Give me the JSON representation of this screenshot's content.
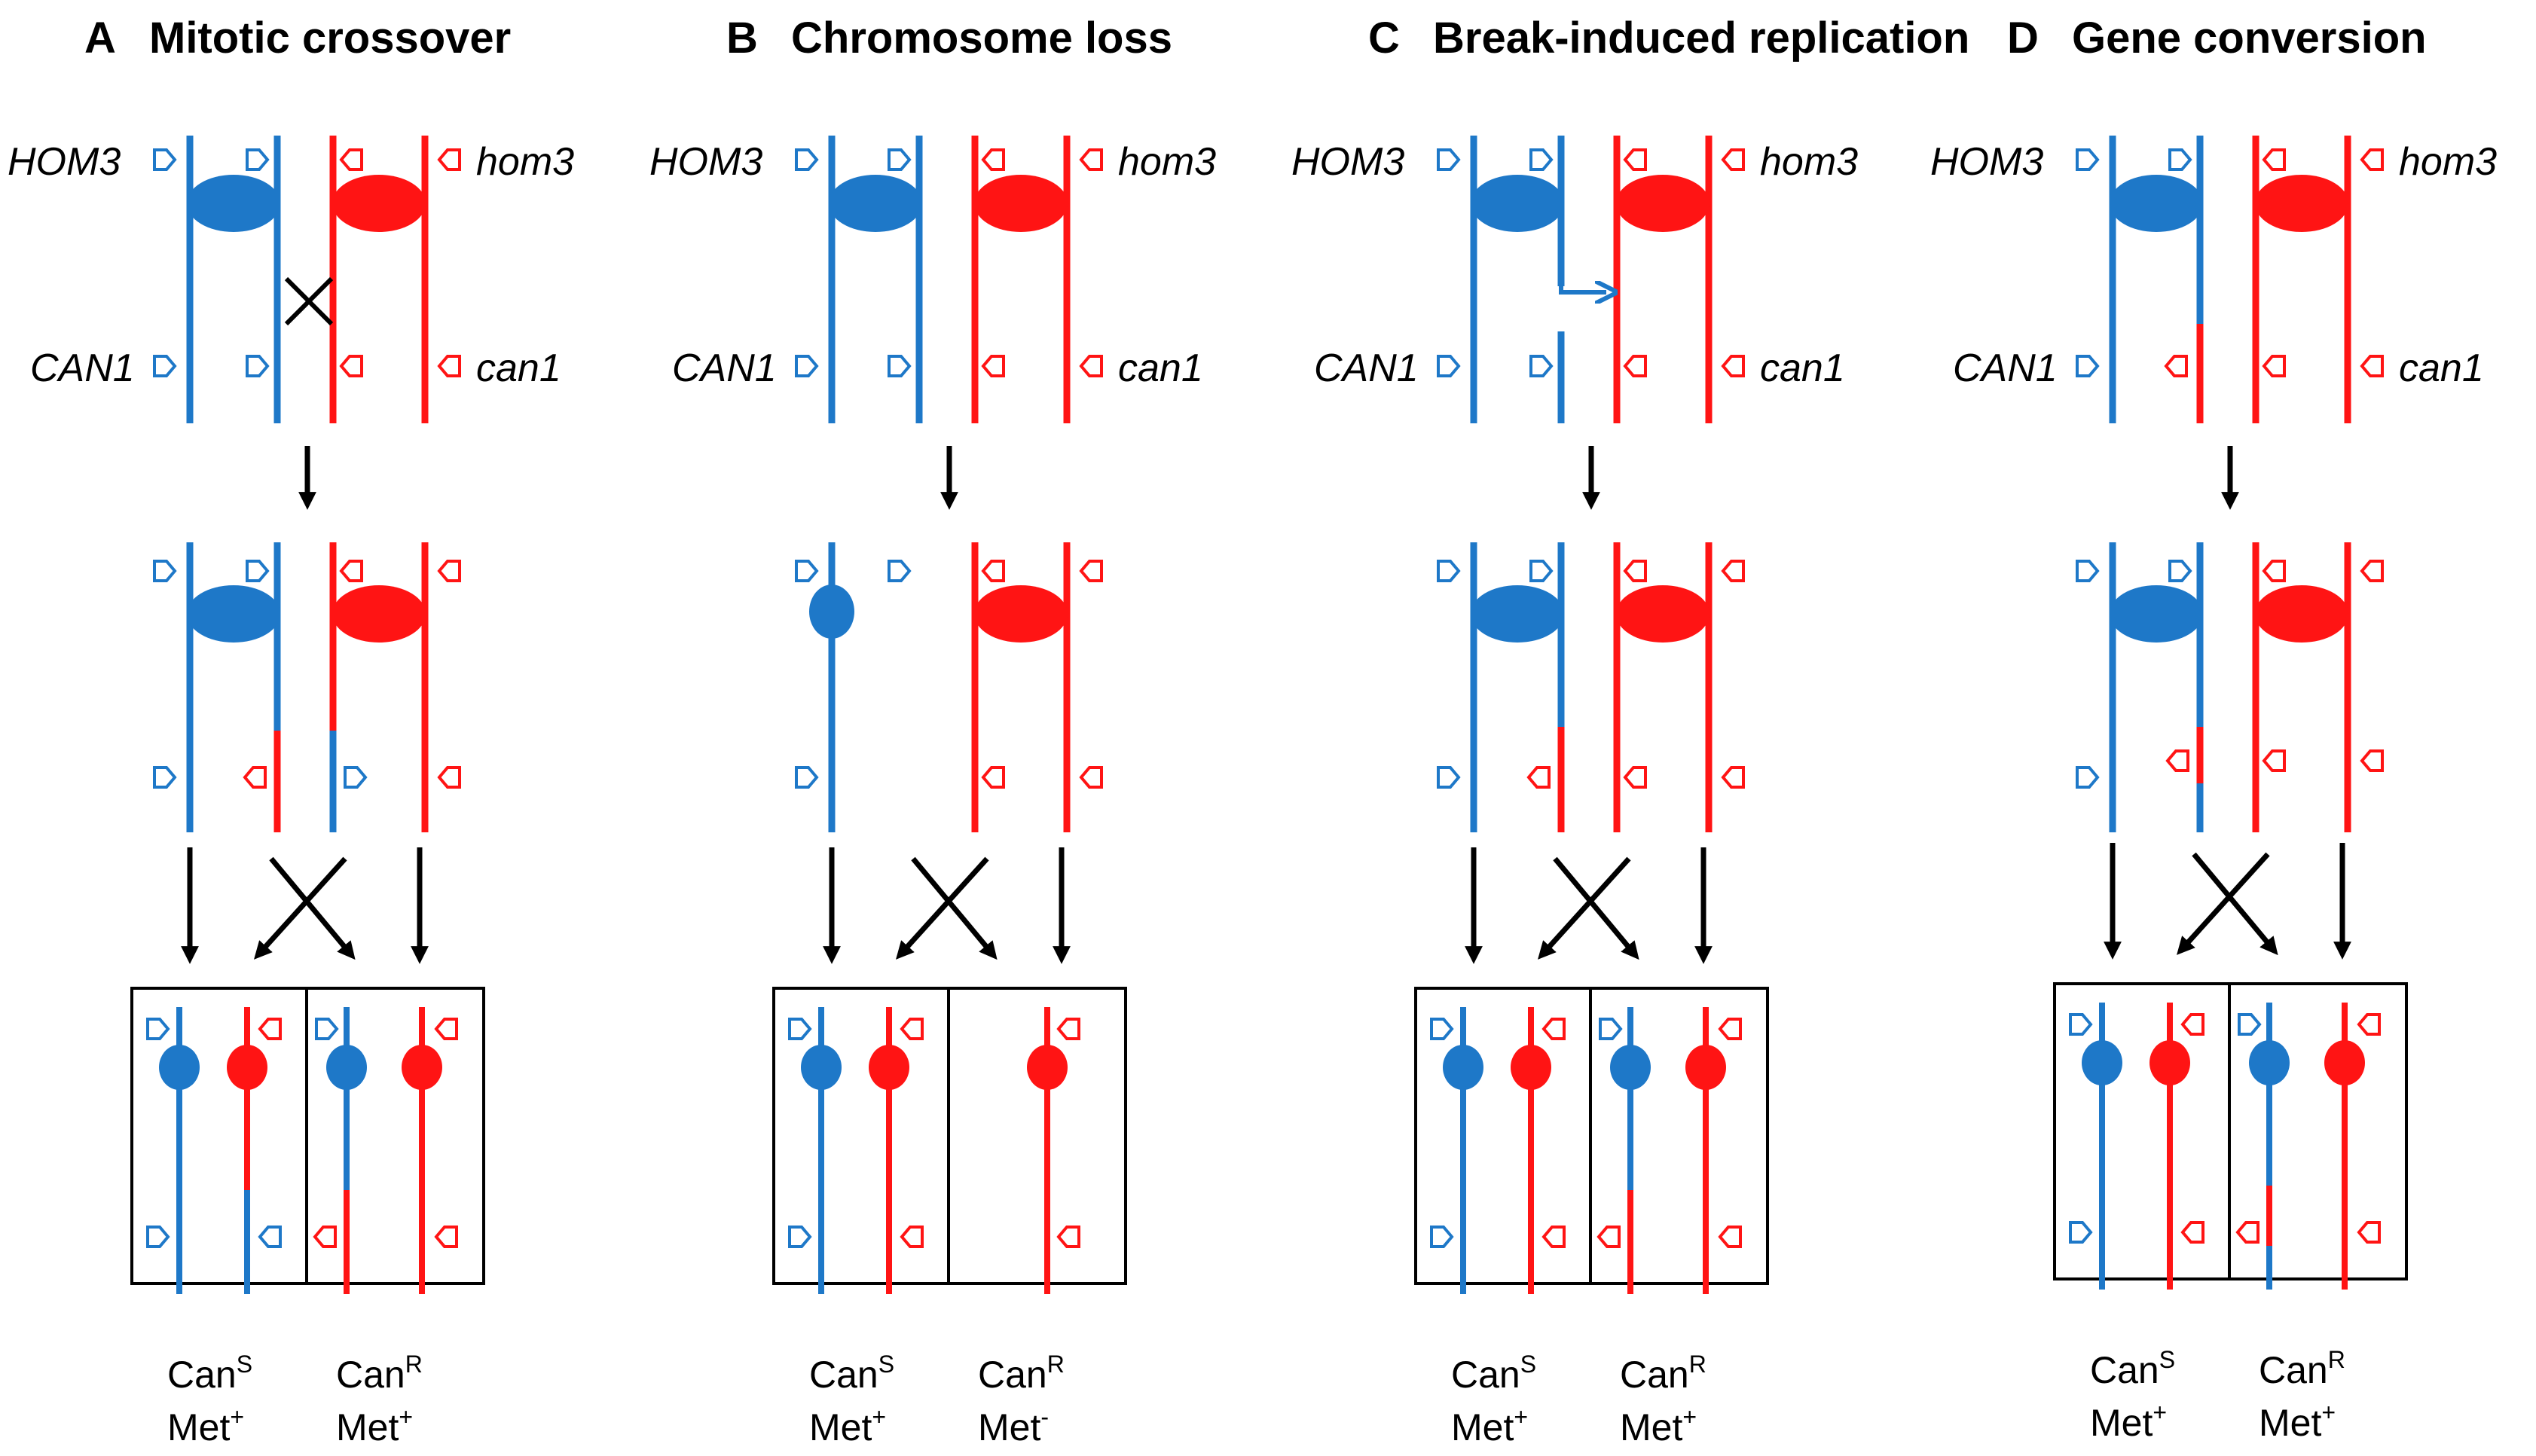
{
  "colors": {
    "blue": "#1e78c8",
    "red": "#ff1414",
    "black": "#000000"
  },
  "panels": [
    {
      "id": "A",
      "letter": "A",
      "title": "Mitotic crossover",
      "labels": {
        "hom3_left": "HOM3",
        "hom3_right": "hom3",
        "can1_left": "CAN1",
        "can1_right": "can1"
      },
      "outcomes": [
        {
          "can_base": "Can",
          "can_sup": "S",
          "met_base": "Met",
          "met_sup": "+"
        },
        {
          "can_base": "Can",
          "can_sup": "R",
          "met_base": "Met",
          "met_sup": "+"
        }
      ]
    },
    {
      "id": "B",
      "letter": "B",
      "title": "Chromosome loss",
      "labels": {
        "hom3_left": "HOM3",
        "hom3_right": "hom3",
        "can1_left": "CAN1",
        "can1_right": "can1"
      },
      "outcomes": [
        {
          "can_base": "Can",
          "can_sup": "S",
          "met_base": "Met",
          "met_sup": "+"
        },
        {
          "can_base": "Can",
          "can_sup": "R",
          "met_base": "Met",
          "met_sup": "-"
        }
      ]
    },
    {
      "id": "C",
      "letter": "C",
      "title": "Break-induced replication",
      "labels": {
        "hom3_left": "HOM3",
        "hom3_right": "hom3",
        "can1_left": "CAN1",
        "can1_right": "can1"
      },
      "outcomes": [
        {
          "can_base": "Can",
          "can_sup": "S",
          "met_base": "Met",
          "met_sup": "+"
        },
        {
          "can_base": "Can",
          "can_sup": "R",
          "met_base": "Met",
          "met_sup": "+"
        }
      ]
    },
    {
      "id": "D",
      "letter": "D",
      "title": "Gene conversion",
      "labels": {
        "hom3_left": "HOM3",
        "hom3_right": "hom3",
        "can1_left": "CAN1",
        "can1_right": "can1"
      },
      "outcomes": [
        {
          "can_base": "Can",
          "can_sup": "S",
          "met_base": "Met",
          "met_sup": "+"
        },
        {
          "can_base": "Can",
          "can_sup": "R",
          "met_base": "Met",
          "met_sup": "+"
        }
      ]
    }
  ]
}
